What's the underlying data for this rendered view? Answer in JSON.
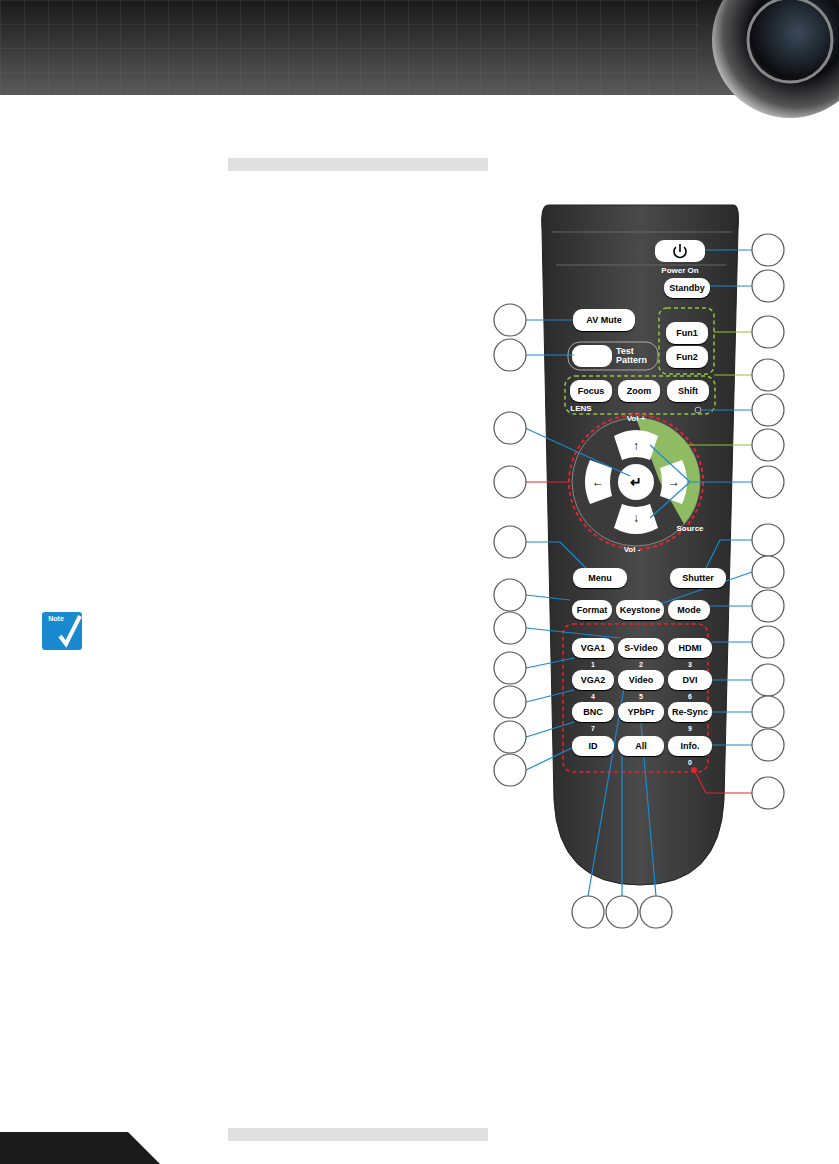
{
  "diagram": {
    "nodes": [
      {
        "text": [
          "Standby"
        ]
      },
      {
        "text": [
          "AV Mute"
        ]
      },
      {
        "text": [
          "Fun1"
        ]
      },
      {
        "text": [
          "Fun2"
        ]
      },
      {
        "text": [
          "Focus"
        ]
      },
      {
        "text": [
          "Zoom"
        ]
      },
      {
        "text": [
          "Shift"
        ]
      },
      {
        "text": [
          "Menu"
        ]
      },
      {
        "text": [
          "Shutter"
        ]
      },
      {
        "text": [
          "Format"
        ]
      },
      {
        "text": [
          "Keystone"
        ]
      },
      {
        "text": [
          "Mode"
        ]
      },
      {
        "text": [
          "VGA1"
        ]
      },
      {
        "text": [
          "S-Video"
        ]
      },
      {
        "text": [
          "HDMI"
        ]
      },
      {
        "text": [
          "VGA2"
        ]
      },
      {
        "text": [
          "Video"
        ]
      },
      {
        "text": [
          "DVI"
        ]
      },
      {
        "text": [
          "BNC"
        ]
      },
      {
        "text": [
          "YPbPr"
        ]
      },
      {
        "text": [
          "Re-Sync"
        ]
      },
      {
        "text": [
          "ID"
        ]
      },
      {
        "text": [
          "All"
        ]
      },
      {
        "text": [
          "Info."
        ]
      }
    ],
    "labels": [
      "Power On",
      "Test Pattern",
      "LENS",
      "Vol +",
      "Vol -",
      "Source",
      "↑",
      "←",
      "↵",
      "→",
      "↓",
      "1",
      "2",
      "3",
      "4",
      "5",
      "6",
      "7",
      "9",
      "0",
      "Note"
    ]
  }
}
